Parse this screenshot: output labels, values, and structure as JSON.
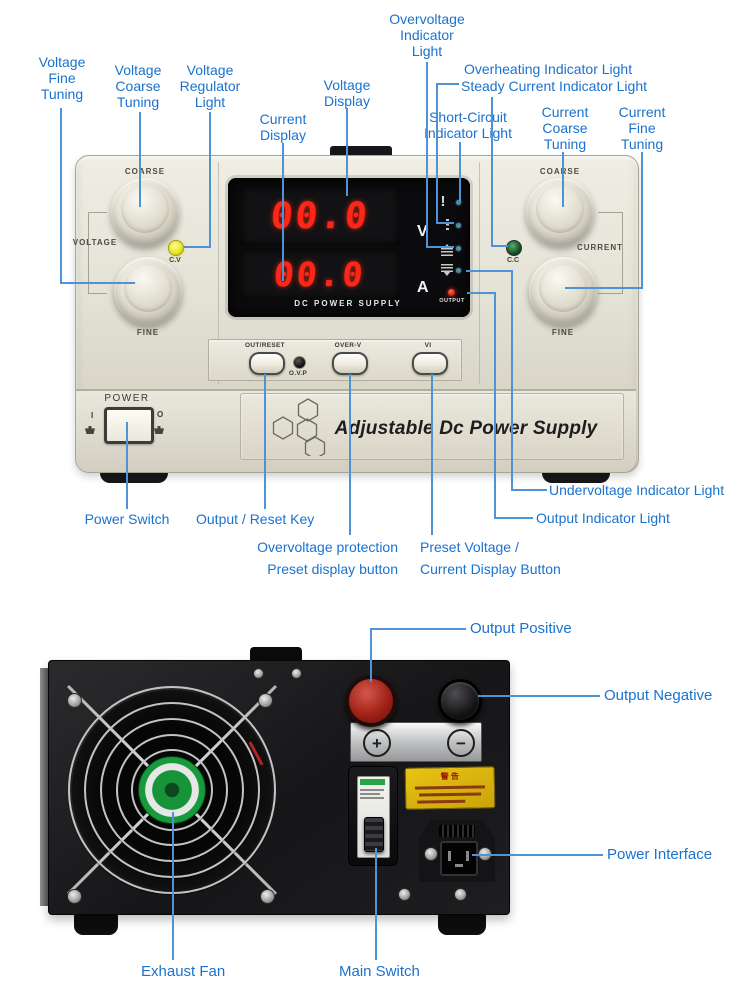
{
  "figure": {
    "front": {
      "callouts": {
        "voltage_fine": "Voltage\nFine\nTuning",
        "voltage_coarse": "Voltage\nCoarse\nTuning",
        "voltage_regulator": "Voltage\nRegulator\nLight",
        "voltage_display": "Voltage\nDisplay",
        "current_display": "Current\nDisplay",
        "overvoltage": "Overvoltage\nIndicator\nLight",
        "overheating": "Overheating Indicator Light",
        "steady_current": "Steady Current Indicator Light",
        "short_circuit": "Short-Circuit\nIndicator Light",
        "current_coarse": "Current\nCoarse\nTuning",
        "current_fine": "Current\nFine\nTuning",
        "power_switch": "Power Switch",
        "output_reset": "Output / Reset Key",
        "ovp_preset": "Overvoltage protection\nPreset display button",
        "preset_vi": "Preset Voltage /\nCurrent Display Button",
        "output_indicator": "Output Indicator Light",
        "undervoltage": "Undervoltage Indicator Light"
      },
      "panel": {
        "coarse_left": "COARSE",
        "fine_left": "FINE",
        "voltage_group": "VOLTAGE",
        "cv_led": "C.V",
        "coarse_right": "COARSE",
        "fine_right": "FINE",
        "current_group": "CURRENT",
        "cc_led": "C.C",
        "voltage_value": "00.0",
        "current_value": "00.0",
        "volt_unit": "V",
        "amp_unit": "A",
        "display_caption": "DC POWER SUPPLY",
        "alert_icon": "!",
        "output_led_label": "OUTPUT",
        "btn_out_reset": "OUT/RESET",
        "btn_ovp": "O.V.P",
        "btn_over_v": "OVER-V",
        "btn_vi": "VI",
        "power_label": "POWER",
        "power_on": "I",
        "power_off": "O",
        "brand": "Adjustable Dc Power Supply"
      }
    },
    "back": {
      "callouts": {
        "output_positive": "Output Positive",
        "output_negative": "Output Negative",
        "power_interface": "Power Interface",
        "exhaust_fan": "Exhaust Fan",
        "main_switch": "Main Switch"
      },
      "labels": {
        "plus": "+",
        "minus": "−",
        "warning_title": "警 告"
      }
    },
    "colors": {
      "callout_text": "#1a72cf",
      "leader_line": "#4e93d6",
      "digit_red": "#ff2617",
      "cv_led_yellow": "#e8e41e",
      "cc_led_green": "#14482a",
      "output_led_red": "#d02515"
    }
  }
}
